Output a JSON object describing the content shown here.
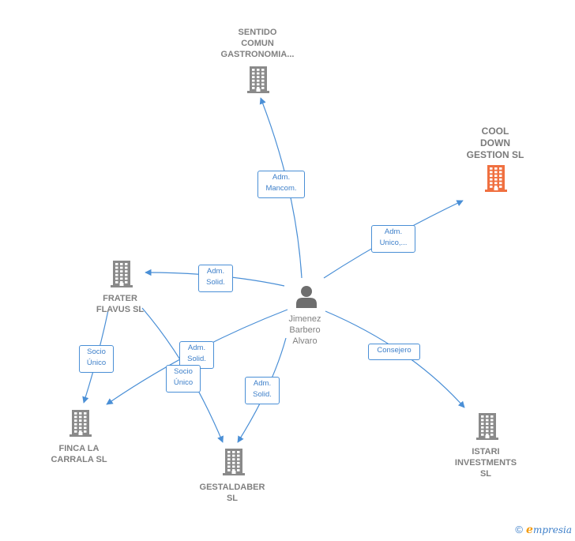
{
  "colors": {
    "edge": "#4a8fd6",
    "company_icon": "#8a8a8a",
    "company_highlight_icon": "#f07040",
    "person_icon": "#6e6e6e"
  },
  "center_person": {
    "name": "Jimenez\nBarbero\nAlvaro",
    "icon": "person-icon"
  },
  "companies": [
    {
      "id": "sentido",
      "name": "SENTIDO\nCOMUN\nGASTRONOMIA...",
      "icon": "building-icon",
      "highlight": false
    },
    {
      "id": "cool",
      "name": "COOL\nDOWN\nGESTION SL",
      "icon": "building-icon",
      "highlight": true
    },
    {
      "id": "frater",
      "name": "FRATER\nFLAVUS SL",
      "icon": "building-icon",
      "highlight": false
    },
    {
      "id": "finca",
      "name": "FINCA LA\nCARRALA SL",
      "icon": "building-icon",
      "highlight": false
    },
    {
      "id": "gestaldaber",
      "name": "GESTALDABER\nSL",
      "icon": "building-icon",
      "highlight": false
    },
    {
      "id": "istari",
      "name": "ISTARI\nINVESTMENTS\nSL",
      "icon": "building-icon",
      "highlight": false
    }
  ],
  "relations": [
    {
      "id": "r1",
      "label": "Adm.\nMancom."
    },
    {
      "id": "r2",
      "label": "Adm.\nUnico,..."
    },
    {
      "id": "r3",
      "label": "Adm.\nSolid."
    },
    {
      "id": "r4",
      "label": "Adm.\nSolid."
    },
    {
      "id": "r5",
      "label": "Adm.\nSolid."
    },
    {
      "id": "r6",
      "label": "Consejero"
    },
    {
      "id": "r7",
      "label": "Socio\nÚnico"
    },
    {
      "id": "r8",
      "label": "Socio\nÚnico"
    }
  ],
  "footer": {
    "copyright": "©",
    "brand_initial": "e",
    "brand_rest": "mpresia"
  }
}
